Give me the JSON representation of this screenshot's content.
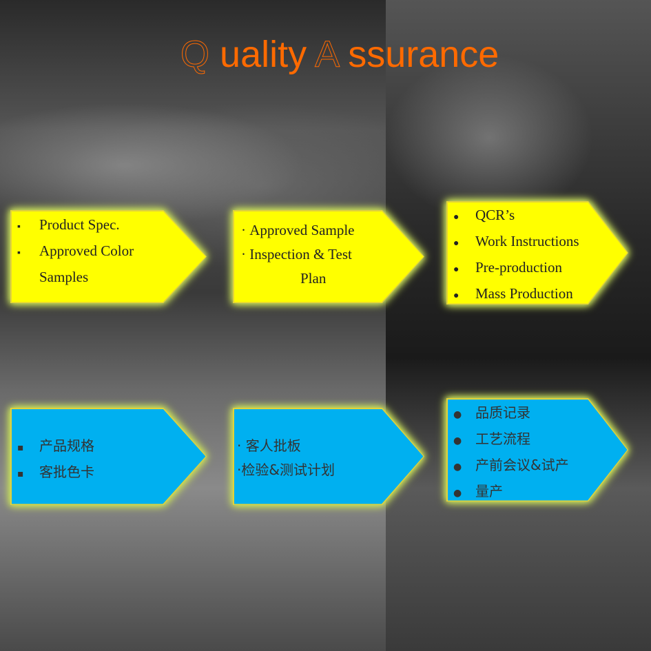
{
  "title": {
    "q": "Q",
    "uality": "uality",
    "a": "A",
    "ssurance": "ssurance"
  },
  "colors": {
    "title": "#ff6a00",
    "yellow": "#ffff00",
    "blue": "#00b0f0",
    "glow": "#c8e05a"
  },
  "yellow_row": [
    {
      "bullet": "▪",
      "items": [
        "Product  Spec.",
        "Approved Color",
        "Samples"
      ]
    },
    {
      "bullet": "·",
      "items": [
        "Approved Sample",
        "Inspection & Test",
        "Plan"
      ]
    },
    {
      "bullet": "●",
      "items": [
        "QCR’s",
        "Work Instructions",
        "Pre-production",
        "Mass Production"
      ]
    }
  ],
  "blue_row": [
    {
      "bullet": "▪",
      "items": [
        "产品规格",
        "客批色卡"
      ]
    },
    {
      "bullet": "·",
      "items": [
        "客人批板",
        "检验&测试计划"
      ]
    },
    {
      "bullet": "●",
      "items": [
        "品质记录",
        "工艺流程",
        "产前会议&试产",
        "量产"
      ]
    }
  ]
}
